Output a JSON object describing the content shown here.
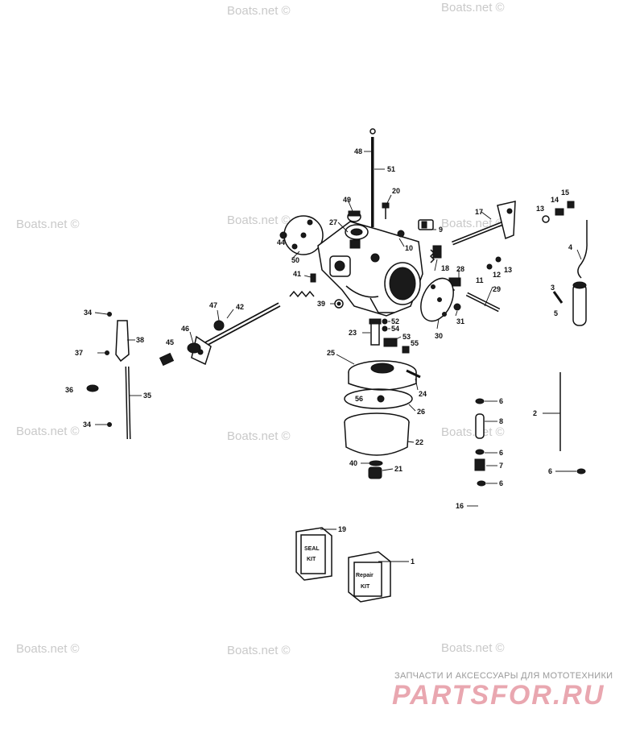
{
  "watermark_text": "Boats.net ©",
  "kits": {
    "seal_kit_text": [
      "SEAL",
      "KIT"
    ],
    "repair_kit_text": [
      "Repair",
      "KIT"
    ]
  },
  "footer": {
    "tagline": "ЗАПЧАСТИ И АКСЕССУАРЫ ДЛЯ МОТОТЕХНИКИ",
    "logo": "PARTSFOR.RU"
  },
  "callouts": [
    "48",
    "51",
    "49",
    "20",
    "27",
    "44",
    "50",
    "9",
    "10",
    "17",
    "13",
    "14",
    "15",
    "18",
    "28",
    "12",
    "13",
    "11",
    "4",
    "41",
    "39",
    "29",
    "3",
    "5",
    "47",
    "42",
    "34",
    "38",
    "46",
    "45",
    "37",
    "52",
    "54",
    "23",
    "53",
    "55",
    "30",
    "31",
    "25",
    "24",
    "36",
    "35",
    "56",
    "26",
    "6",
    "8",
    "2",
    "34",
    "22",
    "6",
    "7",
    "40",
    "21",
    "6",
    "6",
    "16",
    "19",
    "1"
  ]
}
